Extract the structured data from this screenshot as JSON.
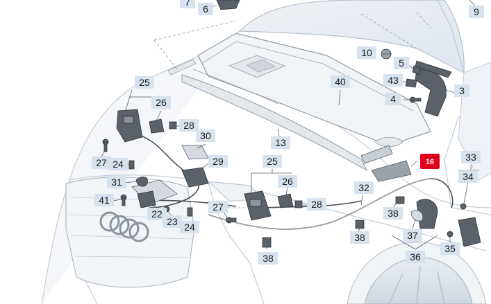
{
  "callouts": [
    {
      "id": "c7",
      "text": "7"
    },
    {
      "id": "c6",
      "text": "6"
    },
    {
      "id": "c9",
      "text": "9"
    },
    {
      "id": "c10",
      "text": "10"
    },
    {
      "id": "c5",
      "text": "5"
    },
    {
      "id": "c43",
      "text": "43"
    },
    {
      "id": "c3",
      "text": "3"
    },
    {
      "id": "c4",
      "text": "4"
    },
    {
      "id": "c40",
      "text": "40"
    },
    {
      "id": "c25a",
      "text": "25"
    },
    {
      "id": "c26a",
      "text": "26"
    },
    {
      "id": "c28a",
      "text": "28"
    },
    {
      "id": "c30",
      "text": "30"
    },
    {
      "id": "c13",
      "text": "13"
    },
    {
      "id": "c27a",
      "text": "27"
    },
    {
      "id": "c24a",
      "text": "24"
    },
    {
      "id": "c29",
      "text": "29"
    },
    {
      "id": "c31",
      "text": "31"
    },
    {
      "id": "c41",
      "text": "41"
    },
    {
      "id": "c22",
      "text": "22"
    },
    {
      "id": "c23",
      "text": "23"
    },
    {
      "id": "c24b",
      "text": "24"
    },
    {
      "id": "c27b",
      "text": "27"
    },
    {
      "id": "c25b",
      "text": "25"
    },
    {
      "id": "c26b",
      "text": "26"
    },
    {
      "id": "c28b",
      "text": "28"
    },
    {
      "id": "c32",
      "text": "32"
    },
    {
      "id": "c33",
      "text": "33"
    },
    {
      "id": "c34",
      "text": "34"
    },
    {
      "id": "c38a",
      "text": "38"
    },
    {
      "id": "c38b",
      "text": "38"
    },
    {
      "id": "c38c",
      "text": "38"
    },
    {
      "id": "c37",
      "text": "37"
    },
    {
      "id": "c35",
      "text": "35"
    },
    {
      "id": "c36",
      "text": "36"
    }
  ],
  "highlight": {
    "text": "16",
    "color": "#e2001a"
  },
  "colors": {
    "outline": "#b9c2cc",
    "part": "#555b61",
    "callout_bg": "#d7e2ee"
  }
}
